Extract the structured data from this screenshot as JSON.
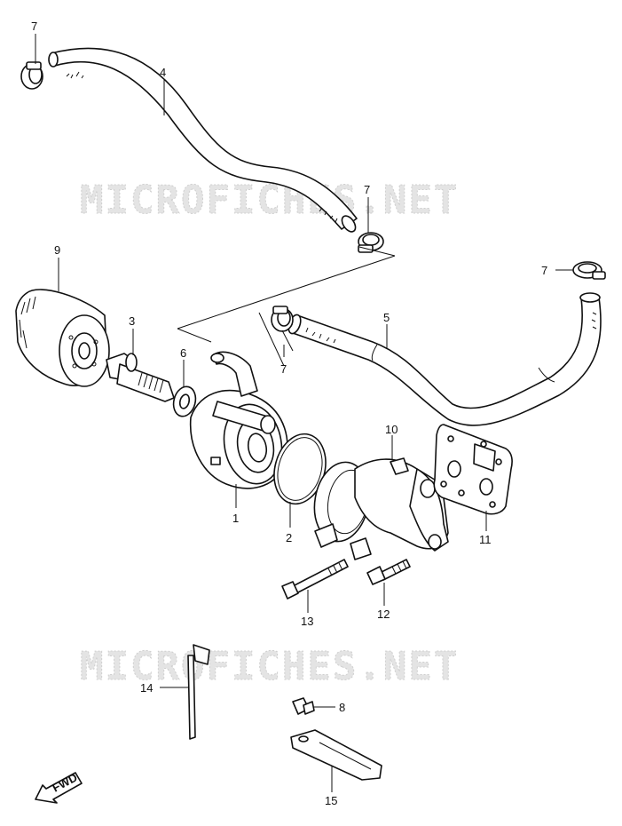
{
  "watermarks": [
    "MICROFICHES.NET",
    "MICROFICHES.NET"
  ],
  "fwd_label": "FWD",
  "callouts": [
    {
      "id": "c7a",
      "text": "7"
    },
    {
      "id": "c4",
      "text": "4"
    },
    {
      "id": "c7b",
      "text": "7"
    },
    {
      "id": "c9",
      "text": "9"
    },
    {
      "id": "c7c",
      "text": "7"
    },
    {
      "id": "c3",
      "text": "3"
    },
    {
      "id": "c6",
      "text": "6"
    },
    {
      "id": "c5",
      "text": "5"
    },
    {
      "id": "c7d",
      "text": "7"
    },
    {
      "id": "c10",
      "text": "10"
    },
    {
      "id": "c1",
      "text": "1"
    },
    {
      "id": "c2",
      "text": "2"
    },
    {
      "id": "c11",
      "text": "11"
    },
    {
      "id": "c13",
      "text": "13"
    },
    {
      "id": "c12",
      "text": "12"
    },
    {
      "id": "c14",
      "text": "14"
    },
    {
      "id": "c8",
      "text": "8"
    },
    {
      "id": "c15",
      "text": "15"
    }
  ]
}
